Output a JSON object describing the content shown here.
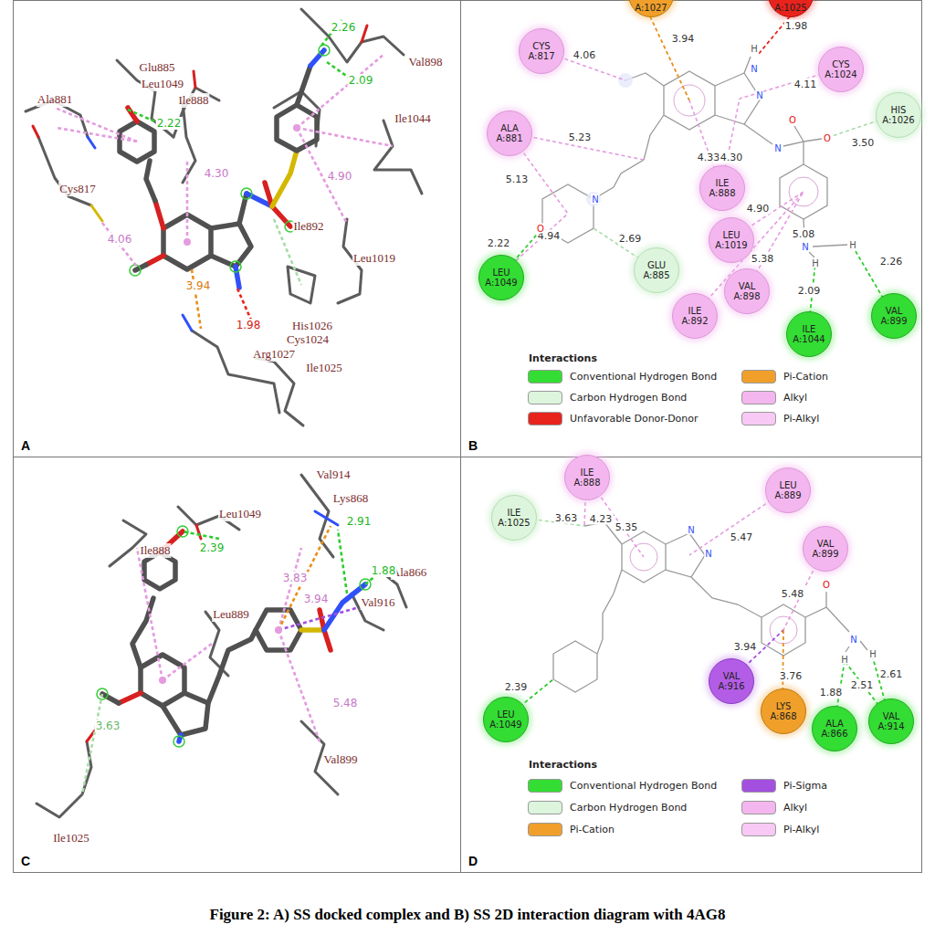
{
  "diagram": {
    "caption": "Figure 2: A) SS docked complex and B) SS 2D interaction diagram with 4AG8",
    "nodes": [
      {
        "text": [
          "A"
        ]
      },
      {
        "text": [
          "B"
        ]
      },
      {
        "text": [
          "A:1027"
        ],
        "in": 1
      },
      {
        "text": [
          "A:1025"
        ],
        "in": 1
      },
      {
        "text": [
          "CYS A:817"
        ],
        "in": 1
      },
      {
        "text": [
          "CYS A:1024"
        ],
        "in": 1
      },
      {
        "text": [
          "HIS A:1026"
        ],
        "in": 1
      },
      {
        "text": [
          "ALA A:881"
        ],
        "in": 1
      },
      {
        "text": [
          "ILE A:888"
        ],
        "in": 1
      },
      {
        "text": [
          "LEU A:1019"
        ],
        "in": 1
      },
      {
        "text": [
          "GLU A:885"
        ],
        "in": 1
      },
      {
        "text": [
          "LEU A:1049"
        ],
        "in": 1
      },
      {
        "text": [
          "VAL A:898"
        ],
        "in": 1
      },
      {
        "text": [
          "ILE A:892"
        ],
        "in": 1
      },
      {
        "text": [
          "VAL A:899"
        ],
        "in": 1
      },
      {
        "text": [
          "ILE A:1044"
        ],
        "in": 1
      },
      {
        "text": [
          "C"
        ]
      },
      {
        "text": [
          "D"
        ]
      },
      {
        "text": [
          "ILE A:888"
        ],
        "in": 17
      },
      {
        "text": [
          "LEU A:889"
        ],
        "in": 17
      },
      {
        "text": [
          "ILE A:1025"
        ],
        "in": 17
      },
      {
        "text": [
          "VAL A:899"
        ],
        "in": 17
      },
      {
        "text": [
          "VAL A:916"
        ],
        "in": 17
      },
      {
        "text": [
          "LYS A:868"
        ],
        "in": 17
      },
      {
        "text": [
          "LEU A:1049"
        ],
        "in": 17
      },
      {
        "text": [
          "ALA A:866"
        ],
        "in": 17
      },
      {
        "text": [
          "VAL A:914"
        ],
        "in": 17
      }
    ],
    "labels": [
      "Glu885",
      "Leu1049",
      "Ile888",
      "Ala881",
      "Cys817",
      "Ile892",
      "Val898",
      "Ile1044",
      "Leu1019",
      "His1026",
      "Cys1024",
      "Arg1027",
      "Ile1025",
      "2.26",
      "2.09",
      "2.22",
      "4.30",
      "4.90",
      "4.06",
      "3.94",
      "1.98",
      "3.94",
      "1.98",
      "4.06",
      "4.11",
      "3.50",
      "5.23",
      "4.33",
      "4.30",
      "5.13",
      "4.90",
      "5.08",
      "5.38",
      "4.94",
      "2.69",
      "2.22",
      "2.09",
      "2.26",
      "N",
      "H",
      "N",
      "N",
      "O",
      "O",
      "N",
      "O",
      "N",
      "H",
      "H",
      "Interactions",
      "Val914",
      "Lys868",
      "Leu1049",
      "Ile888",
      "Leu889",
      "Ala866",
      "Val916",
      "Val899",
      "Ile1025",
      "2.91",
      "1.88",
      "2.39",
      "3.83",
      "3.94",
      "5.48",
      "3.63",
      "4.23",
      "5.35",
      "3.63",
      "5.47",
      "5.48",
      "3.94",
      "3.76",
      "1.88",
      "2.61",
      "2.51",
      "2.39",
      "N",
      "N",
      "O",
      "N",
      "H",
      "H",
      "Interactions"
    ],
    "legend": [
      {
        "text": "Conventional Hydrogen Bond",
        "color": "#33dd33"
      },
      {
        "text": "Carbon Hydrogen Bond",
        "color": "#dcf5dc"
      },
      {
        "text": "Unfavorable Donor-Donor",
        "color": "#e8231c"
      },
      {
        "text": "Pi-Cation",
        "color": "#f0a02a"
      },
      {
        "text": "Alkyl",
        "color": "#f4b6ef"
      },
      {
        "text": "Pi-Alkyl",
        "color": "#f7c9f4"
      },
      {
        "text": "Conventional Hydrogen Bond",
        "color": "#33dd33"
      },
      {
        "text": "Carbon Hydrogen Bond",
        "color": "#dcf5dc"
      },
      {
        "text": "Pi-Cation",
        "color": "#f0a02a"
      },
      {
        "text": "Pi-Sigma",
        "color": "#a34fe0"
      },
      {
        "text": "Alkyl",
        "color": "#f4b6ef"
      },
      {
        "text": "Pi-Alkyl",
        "color": "#f7c9f4"
      }
    ]
  }
}
